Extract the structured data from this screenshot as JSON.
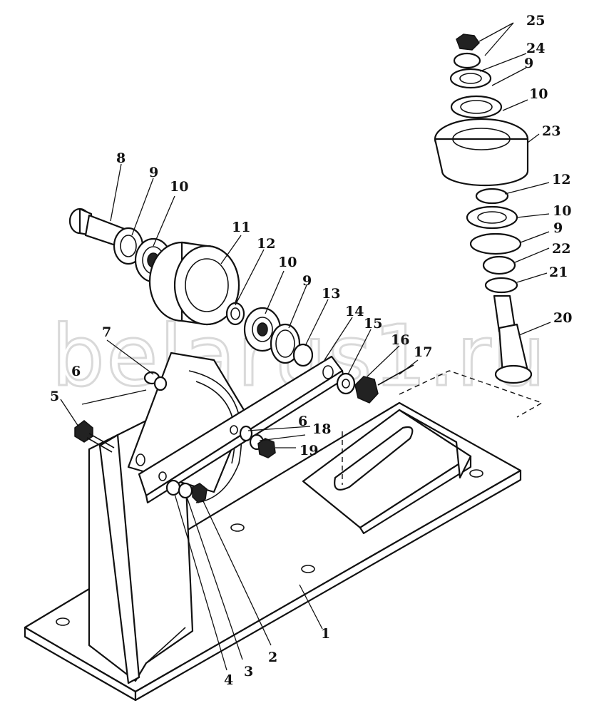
{
  "watermark": "belarus1.ru",
  "callouts": {
    "c1": "1",
    "c2": "2",
    "c3": "3",
    "c4": "4",
    "c5": "5",
    "c6a": "6",
    "c6b": "6",
    "c7": "7",
    "c8": "8",
    "c9a": "9",
    "c9b": "9",
    "c9c": "9",
    "c9d": "9",
    "c10a": "10",
    "c10b": "10",
    "c10c": "10",
    "c10d": "10",
    "c11": "11",
    "c12a": "12",
    "c12b": "12",
    "c13": "13",
    "c14": "14",
    "c15": "15",
    "c16": "16",
    "c17": "17",
    "c18": "18",
    "c19": "19",
    "c20": "20",
    "c21": "21",
    "c22": "22",
    "c23": "23",
    "c24": "24",
    "c25": "25"
  }
}
